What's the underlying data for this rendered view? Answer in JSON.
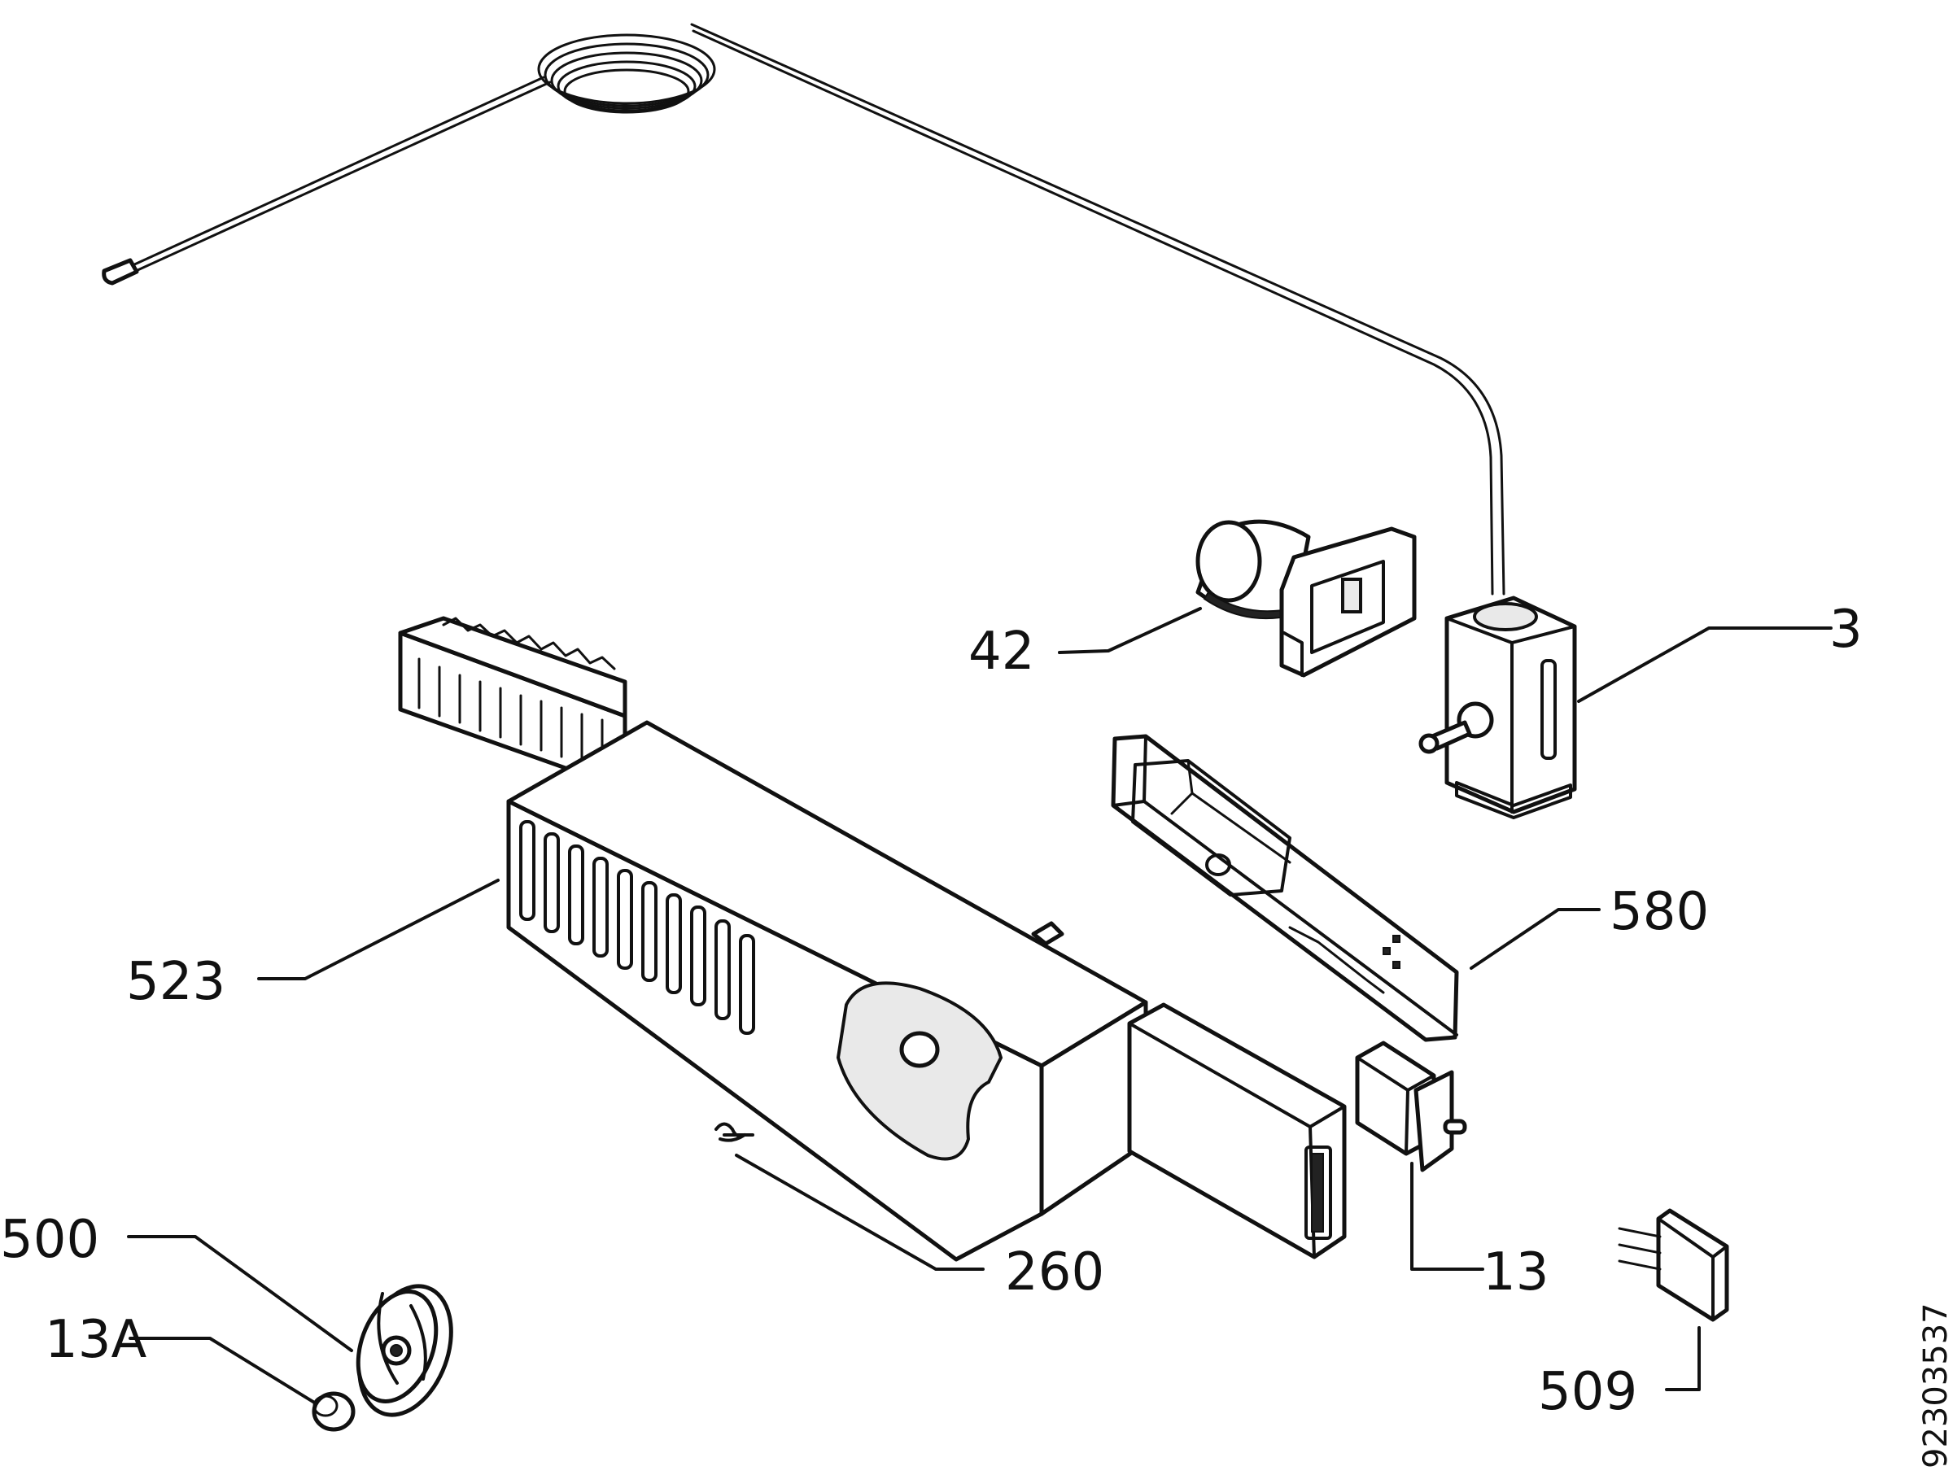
{
  "labels": {
    "l3": "3",
    "l42": "42",
    "l580": "580",
    "l523": "523",
    "l260": "260",
    "l13": "13",
    "l500": "500",
    "l13a": "13A",
    "l509": "509"
  },
  "drawing_code": "92303537"
}
